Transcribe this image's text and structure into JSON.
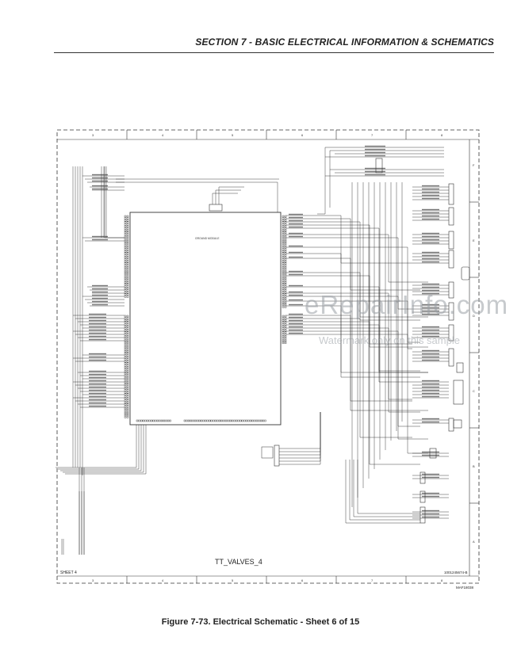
{
  "header": {
    "section_title": "SECTION 7 - BASIC ELECTRICAL INFORMATION & SCHEMATICS"
  },
  "schematic": {
    "column_labels": [
      "3",
      "4",
      "5",
      "6",
      "7",
      "8"
    ],
    "row_labels": [
      "F",
      "E",
      "D",
      "C",
      "B",
      "A"
    ],
    "module_label": "GROUND MODULE",
    "sheet_name": "TT_VALVES_4",
    "sheet_number": "SHEET 4",
    "drawing_number": "1001245674-B",
    "figure_code": "MAF18038"
  },
  "watermark": {
    "main": "eRepairInfo.com",
    "sub": "Watermark only on this sample"
  },
  "caption": "Figure 7-73.  Electrical Schematic - Sheet 6 of 15",
  "colors": {
    "line": "#2b2b2b",
    "watermark": "#9aa0a6"
  }
}
